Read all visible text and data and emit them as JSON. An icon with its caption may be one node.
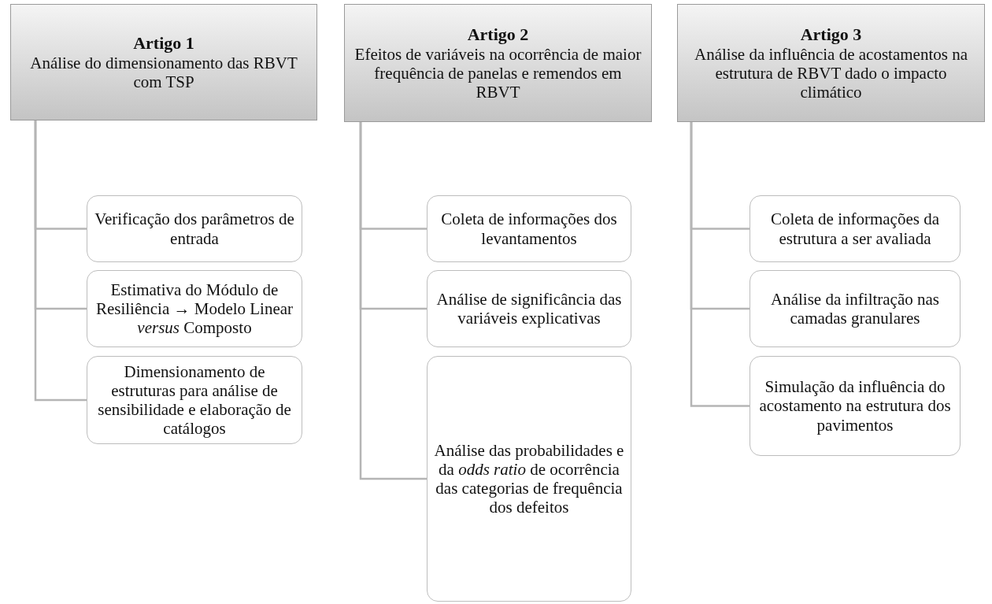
{
  "diagram": {
    "nodes": [
      {
        "text": [
          "Artigo 1",
          "Análise do dimensionamento das RBVT com TSP"
        ]
      },
      {
        "text": [
          "Verificação dos parâmetros de entrada"
        ]
      },
      {
        "text": [
          "Estimativa do Módulo de Resiliência → Modelo Linear *versus* Composto"
        ]
      },
      {
        "text": [
          "Dimensionamento de estruturas para análise de sensibilidade e elaboração de catálogos"
        ]
      },
      {
        "text": [
          "Artigo 2",
          "Efeitos de variáveis na ocorrência de maior frequência de panelas e remendos em RBVT"
        ]
      },
      {
        "text": [
          "Coleta de informações dos levantamentos"
        ]
      },
      {
        "text": [
          "Análise de significância das variáveis explicativas"
        ]
      },
      {
        "text": [
          "Análise das probabilidades e da *odds ratio* de ocorrência das categorias de frequência dos defeitos"
        ]
      },
      {
        "text": [
          "Artigo 3",
          "Análise da influência de acostamentos na estrutura de RBVT dado o impacto climático"
        ]
      },
      {
        "text": [
          "Coleta de informações da estrutura a ser avaliada"
        ]
      },
      {
        "text": [
          "Análise da infiltração nas camadas granulares"
        ]
      },
      {
        "text": [
          "Simulação da influência do acostamento na estrutura dos pavimentos"
        ]
      }
    ],
    "edges": [
      {
        "from": 0,
        "to": 1,
        "arrow": "none"
      },
      {
        "from": 0,
        "to": 2,
        "arrow": "none"
      },
      {
        "from": 0,
        "to": 3,
        "arrow": "none"
      },
      {
        "from": 4,
        "to": 5,
        "arrow": "none"
      },
      {
        "from": 4,
        "to": 6,
        "arrow": "none"
      },
      {
        "from": 4,
        "to": 7,
        "arrow": "none"
      },
      {
        "from": 8,
        "to": 9,
        "arrow": "none"
      },
      {
        "from": 8,
        "to": 10,
        "arrow": "none"
      },
      {
        "from": 8,
        "to": 11,
        "arrow": "none"
      }
    ]
  }
}
